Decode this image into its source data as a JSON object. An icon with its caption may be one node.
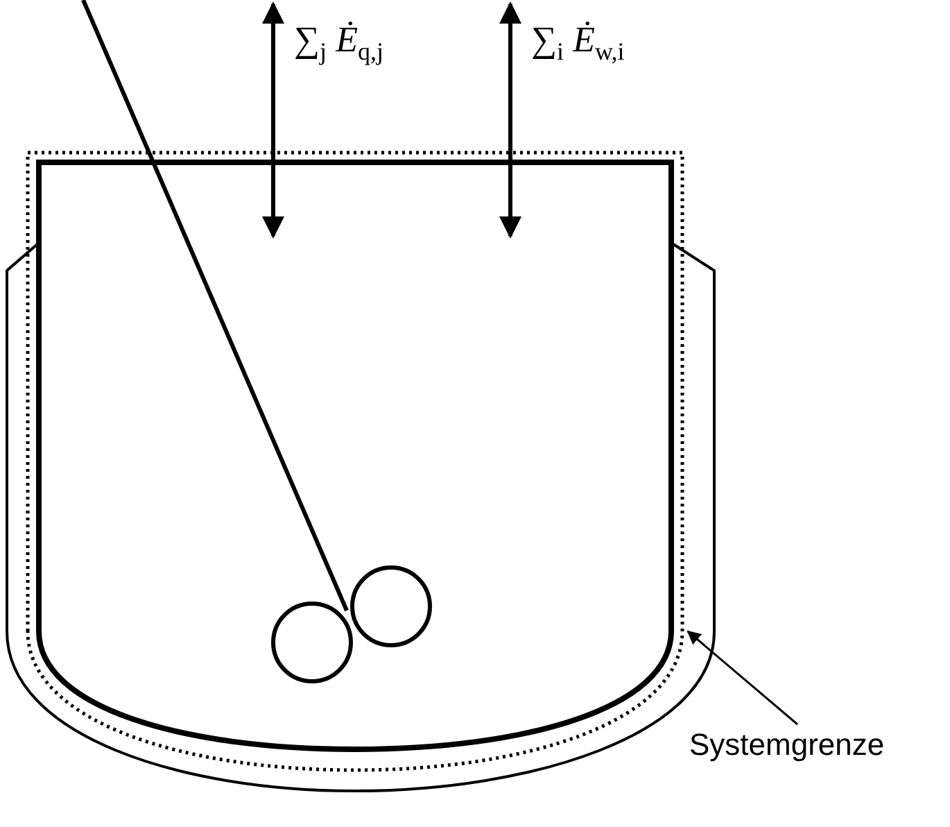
{
  "diagram": {
    "nodes": [
      {
        "text": [
          "Systemgrenze"
        ]
      },
      {
        "text": [],
        "shape": "box"
      }
    ],
    "edges": [
      {
        "from": 0,
        "to": 1,
        "arrow": "to"
      }
    ],
    "labels": [
      "∑$_{j}$ *Ė*$_{q,j}$",
      "∑$_{i}$ *Ė*$_{w,i}$"
    ]
  }
}
